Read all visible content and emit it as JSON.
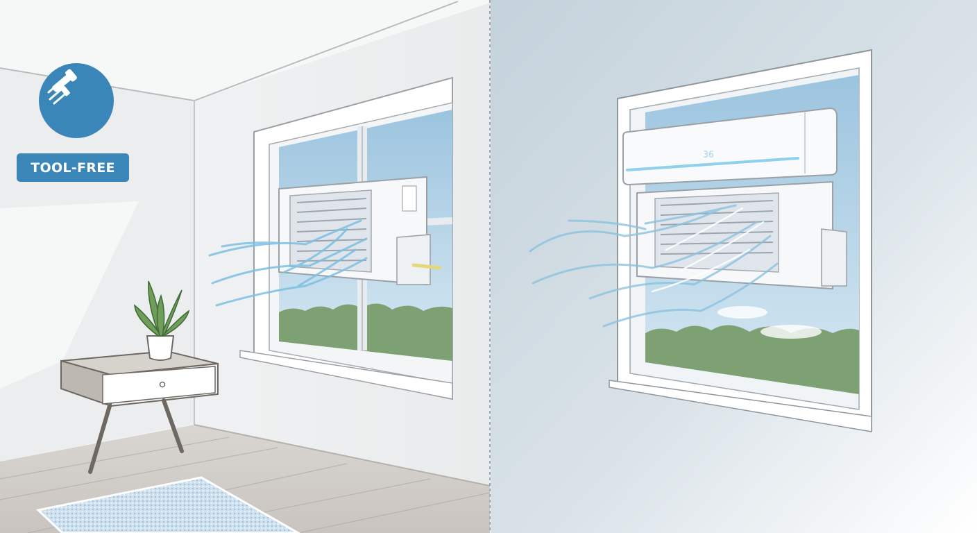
{
  "badge": {
    "label": "TOOL-FREE",
    "icon": "fan-airflow-icon",
    "color": "#3b86b8"
  },
  "scenes": {
    "left": {
      "name": "window-ac-room",
      "accent": "#7fb8d8"
    },
    "right": {
      "name": "window-ac-wall",
      "accent": "#8cc3e0"
    }
  },
  "unit_display": {
    "readout": "36"
  },
  "colors": {
    "wall_left": "#f1f2f3",
    "wall_right": "#c9d5dd",
    "sky": "#a9cbe2",
    "foliage": "#7da173",
    "airflow": "#7cc0e3",
    "floor": "#cfcbc6"
  }
}
